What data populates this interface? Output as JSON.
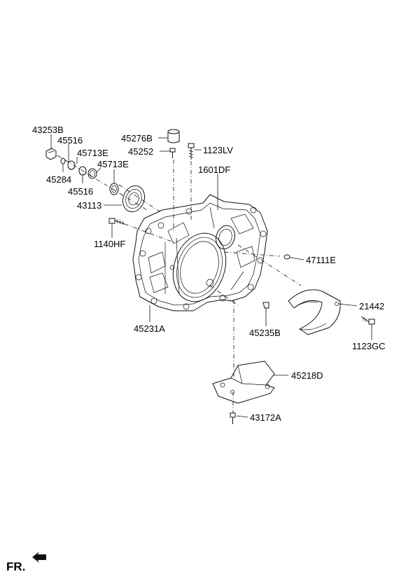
{
  "parts": [
    {
      "id": "43253B",
      "label": "43253B"
    },
    {
      "id": "45516a",
      "label": "45516"
    },
    {
      "id": "45713Ea",
      "label": "45713E"
    },
    {
      "id": "45713Eb",
      "label": "45713E"
    },
    {
      "id": "45284",
      "label": "45284"
    },
    {
      "id": "45516b",
      "label": "45516"
    },
    {
      "id": "43113",
      "label": "43113"
    },
    {
      "id": "45276B",
      "label": "45276B"
    },
    {
      "id": "45252",
      "label": "45252"
    },
    {
      "id": "1123LV",
      "label": "1123LV"
    },
    {
      "id": "1601DF",
      "label": "1601DF"
    },
    {
      "id": "1140HF",
      "label": "1140HF"
    },
    {
      "id": "47111E",
      "label": "47111E"
    },
    {
      "id": "21442",
      "label": "21442"
    },
    {
      "id": "45231A",
      "label": "45231A"
    },
    {
      "id": "45235B",
      "label": "45235B"
    },
    {
      "id": "1123GC",
      "label": "1123GC"
    },
    {
      "id": "45218D",
      "label": "45218D"
    },
    {
      "id": "43172A",
      "label": "43172A"
    }
  ],
  "direction_marker": {
    "label": "FR."
  }
}
